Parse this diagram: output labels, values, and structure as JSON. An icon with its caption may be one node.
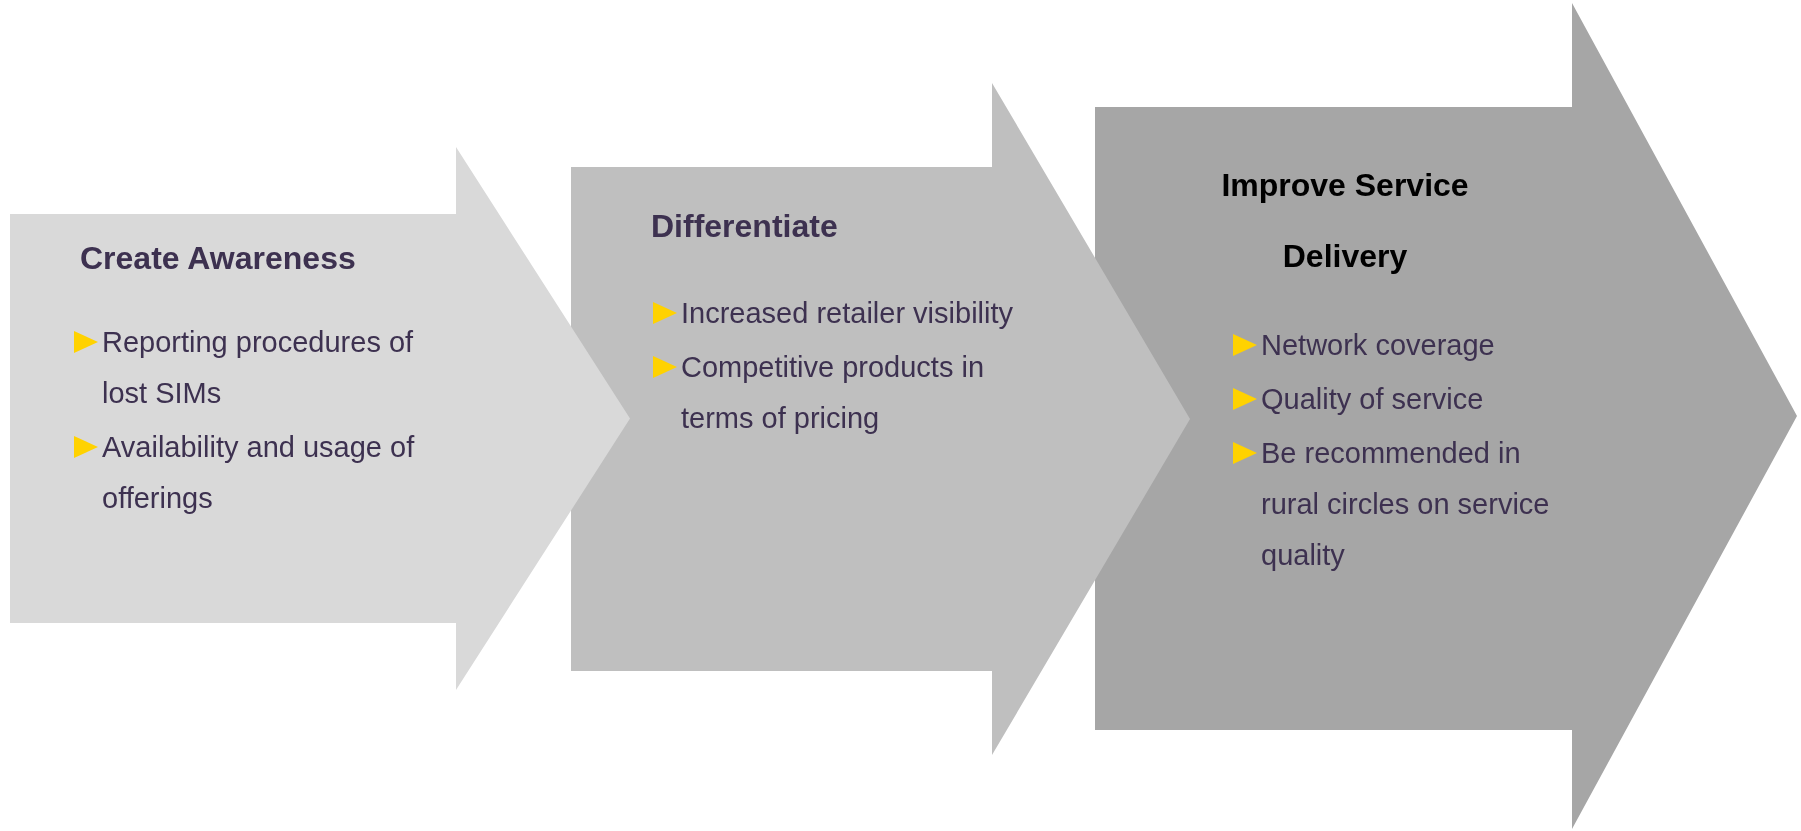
{
  "diagram": {
    "nodes": [
      {
        "text": [
          "Create Awareness",
          "Reporting procedures of lost SIMs",
          "Availability and usage of offerings"
        ]
      },
      {
        "text": [
          "Differentiate",
          "Increased retailer visibility",
          "Competitive products in terms of pricing"
        ]
      },
      {
        "text": [
          "Improve Service Delivery",
          "Network coverage",
          "Quality of service",
          "Be recommended in rural circles on service quality"
        ]
      }
    ]
  }
}
